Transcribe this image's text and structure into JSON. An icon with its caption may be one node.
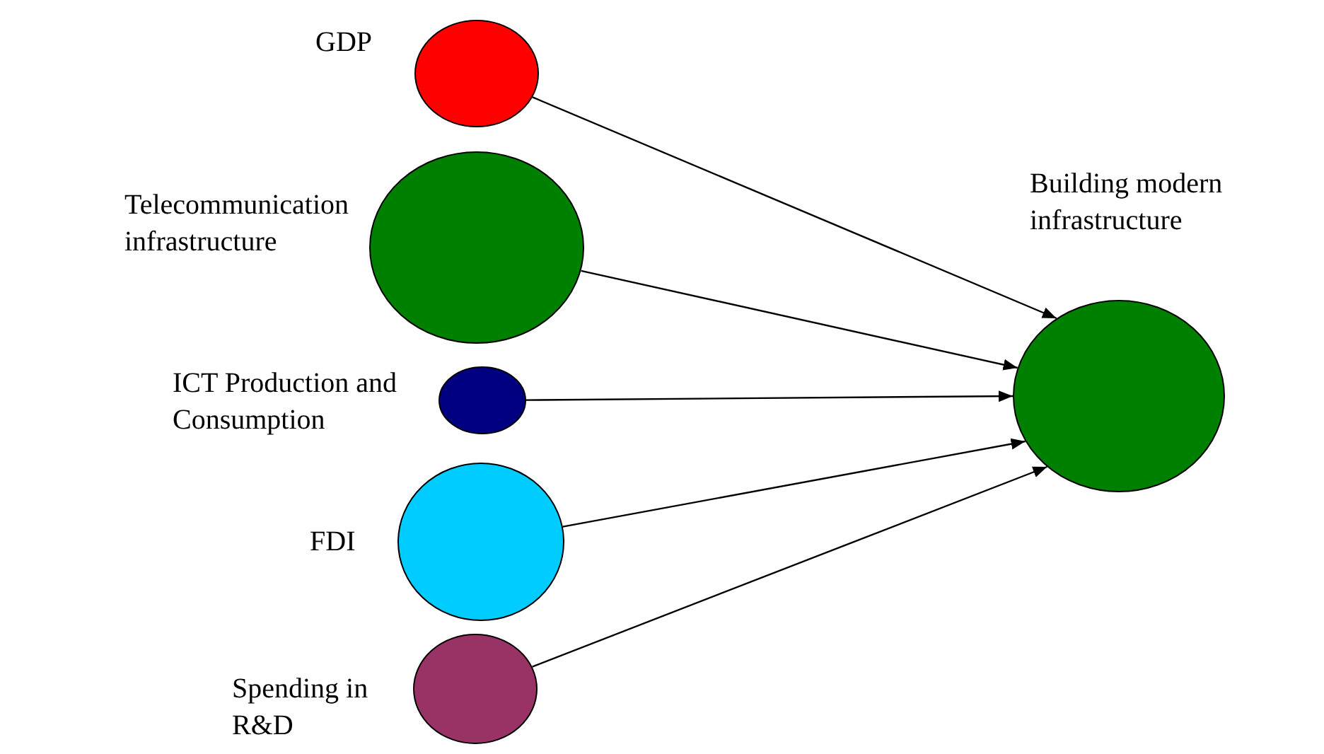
{
  "diagram": {
    "nodes": [
      {
        "text": [],
        "shape": "circle",
        "beside": [
          "GDP"
        ]
      },
      {
        "text": [],
        "shape": "circle",
        "beside": [
          "Telecommunication infrastructure"
        ]
      },
      {
        "text": [],
        "shape": "circle",
        "beside": [
          "ICT Production and Consumption"
        ]
      },
      {
        "text": [],
        "shape": "circle",
        "beside": [
          "FDI"
        ]
      },
      {
        "text": [],
        "shape": "circle",
        "beside": [
          "Spending in R&D"
        ]
      },
      {
        "text": [],
        "shape": "circle",
        "beside": [
          "Building modern infrastructure"
        ]
      }
    ],
    "edges": [
      {
        "from": 0,
        "to": 5,
        "arrow": "to"
      },
      {
        "from": 1,
        "to": 5,
        "arrow": "to"
      },
      {
        "from": 2,
        "to": 5,
        "arrow": "to"
      },
      {
        "from": 3,
        "to": 5,
        "arrow": "to"
      },
      {
        "from": 4,
        "to": 5,
        "arrow": "to"
      }
    ]
  }
}
